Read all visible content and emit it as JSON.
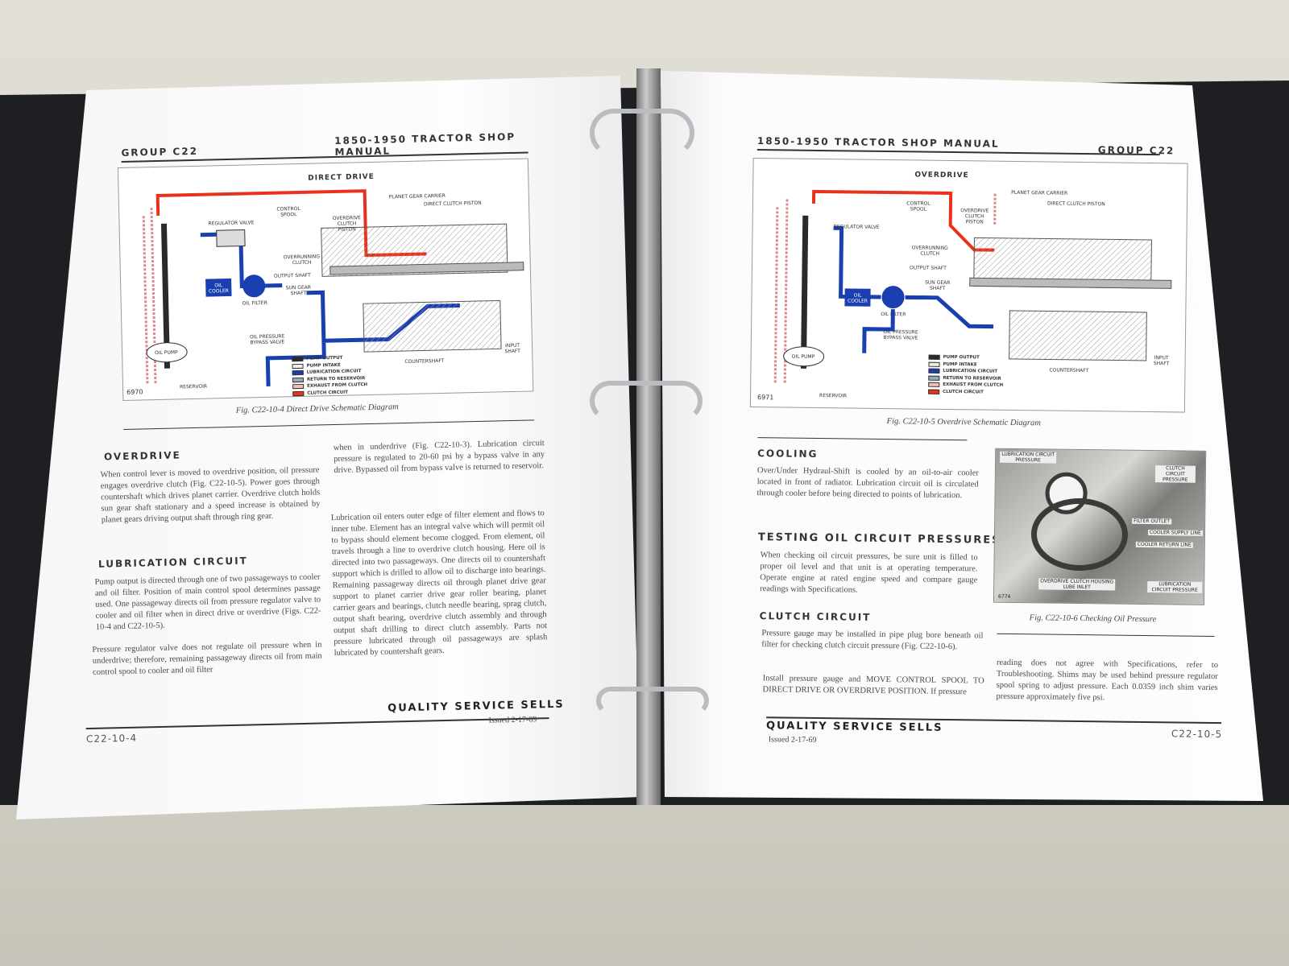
{
  "left_page": {
    "header_left": "GROUP C22",
    "header_right": "1850-1950 TRACTOR SHOP MANUAL",
    "figure": {
      "title": "DIRECT DRIVE",
      "number": "6970",
      "caption": "Fig. C22-10-4 Direct Drive Schematic Diagram",
      "labels": [
        "CONTROL SPOOL",
        "REGULATOR VALVE",
        "OVERDRIVE CLUTCH PISTON",
        "PLANET GEAR CARRIER",
        "DIRECT CLUTCH PISTON",
        "OVERRUNNING CLUTCH",
        "OUTPUT SHAFT",
        "SUN GEAR SHAFT",
        "OIL COOLER",
        "OIL FILTER",
        "OIL PRESSURE BYPASS VALVE",
        "OIL PUMP",
        "RESERVOIR",
        "COUNTERSHAFT",
        "INPUT SHAFT"
      ],
      "legend": [
        "PUMP OUTPUT",
        "PUMP INTAKE",
        "LUBRICATION CIRCUIT",
        "RETURN TO RESERVOIR",
        "EXHAUST FROM CLUTCH",
        "CLUTCH CIRCUIT"
      ]
    },
    "sections": [
      {
        "heading": "OVERDRIVE",
        "text": "When control lever is moved to overdrive position, oil pressure engages overdrive clutch (Fig. C22-10-5). Power goes through countershaft which drives planet carrier. Overdrive clutch holds sun gear shaft stationary and a speed increase is obtained by planet gears driving output shaft through ring gear."
      },
      {
        "heading": "LUBRICATION CIRCUIT",
        "text": "Pump output is directed through one of two passageways to cooler and oil filter. Position of main control spool determines passage used. One passageway directs oil from pressure regulator valve to cooler and oil filter when in direct drive or overdrive (Figs. C22-10-4 and C22-10-5)."
      },
      {
        "heading": "",
        "text": "Pressure regulator valve does not regulate oil pressure when in underdrive; therefore, remaining passageway directs oil from main control spool to cooler and oil filter"
      }
    ],
    "col2": [
      "when in underdrive (Fig. C22-10-3). Lubrication circuit pressure is regulated to 20-60 psi by a bypass valve in any drive. Bypassed oil from bypass valve is returned to reservoir.",
      "Lubrication oil enters outer edge of filter element and flows to inner tube. Element has an integral valve which will permit oil to bypass should element become clogged. From element, oil travels through a line to overdrive clutch housing. Here oil is directed into two passageways. One directs oil to countershaft support which is drilled to allow oil to discharge into bearings. Remaining passageway directs oil through planet drive gear support to planet carrier drive gear roller bearing, planet carrier gears and bearings, clutch needle bearing, sprag clutch, output shaft bearing, overdrive clutch assembly and through output shaft drilling to direct clutch assembly. Parts not pressure lubricated through oil passageways are splash lubricated by countershaft gears."
    ],
    "footer_slogan": "QUALITY SERVICE SELLS",
    "page_number": "C22-10-4",
    "issued": "Issued 2-17-69"
  },
  "right_page": {
    "header_left": "1850-1950 TRACTOR SHOP MANUAL",
    "header_right": "GROUP C22",
    "figure": {
      "title": "OVERDRIVE",
      "number": "6971",
      "caption": "Fig. C22-10-5 Overdrive Schematic Diagram",
      "labels": [
        "CONTROL SPOOL",
        "REGULATOR VALVE",
        "OVERDRIVE CLUTCH PISTON",
        "PLANET GEAR CARRIER",
        "DIRECT CLUTCH PISTON",
        "OVERRUNNING CLUTCH",
        "OUTPUT SHAFT",
        "SUN GEAR SHAFT",
        "OIL COOLER",
        "OIL FILTER",
        "OIL PRESSURE BYPASS VALVE",
        "OIL PUMP",
        "RESERVOIR",
        "COUNTERSHAFT",
        "INPUT SHAFT"
      ],
      "legend": [
        "PUMP OUTPUT",
        "PUMP INTAKE",
        "LUBRICATION CIRCUIT",
        "RETURN TO RESERVOIR",
        "EXHAUST FROM CLUTCH",
        "CLUTCH CIRCUIT"
      ]
    },
    "sections": [
      {
        "heading": "COOLING",
        "text": "Over/Under Hydraul-Shift is cooled by an oil-to-air cooler located in front of radiator. Lubrication circuit oil is circulated through cooler before being directed to points of lubrication."
      },
      {
        "heading": "TESTING OIL CIRCUIT PRESSURES",
        "text": "When checking oil circuit pressures, be sure unit is filled to proper oil level and that unit is at operating temperature. Operate engine at rated engine speed and compare gauge readings with Specifications."
      },
      {
        "heading": "CLUTCH CIRCUIT",
        "text": "Pressure gauge may be installed in pipe plug bore beneath oil filter for checking clutch circuit pressure (Fig. C22-10-6)."
      },
      {
        "heading": "",
        "text": "Install pressure gauge and MOVE CONTROL SPOOL TO DIRECT DRIVE OR OVERDRIVE POSITION. If pressure"
      }
    ],
    "photo": {
      "number": "6774",
      "caption": "Fig. C22-10-6 Checking Oil Pressure",
      "labels": [
        "LUBRICATION CIRCUIT PRESSURE",
        "CLUTCH CIRCUIT PRESSURE",
        "FILTER OUTLET",
        "COOLER SUPPLY LINE",
        "COOLER RETURN LINE",
        "OVERDRIVE CLUTCH HOUSING LUBE INLET",
        "LUBRICATION CIRCUIT PRESSURE"
      ]
    },
    "col2": "reading does not agree with Specifications, refer to Troubleshooting. Shims may be used behind pressure regulator spool spring to adjust pressure. Each 0.0359 inch shim varies pressure approximately five psi.",
    "footer_slogan": "QUALITY SERVICE SELLS",
    "page_number": "C22-10-5",
    "issued": "Issued 2-17-69"
  },
  "colors": {
    "pump_output": "#2a2a2a",
    "lubrication": "#1a3fb0",
    "clutch": "#e8321e",
    "binder": "#1d1f22"
  }
}
